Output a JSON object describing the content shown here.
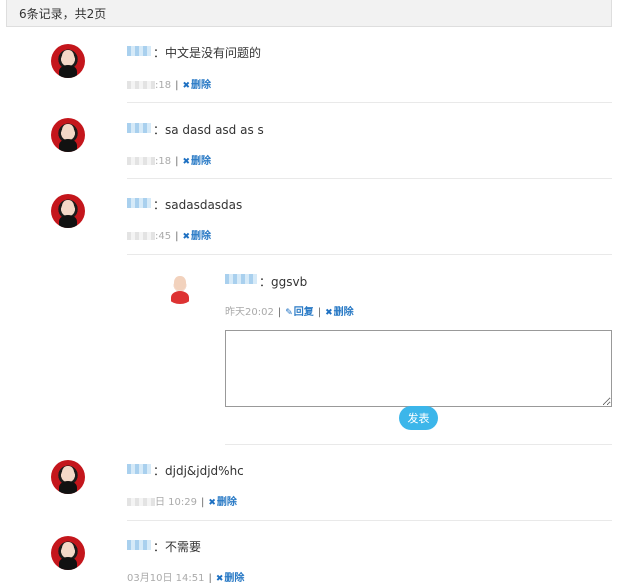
{
  "header": {
    "summary": "6条记录，共2页"
  },
  "comments": [
    {
      "text": "：中文是没有问题的",
      "time_suffix": ":18",
      "delete_label": "删除"
    },
    {
      "text": "：sa dasd asd as s",
      "time_suffix": ":18",
      "delete_label": "删除"
    },
    {
      "text": "：sadasdasdas",
      "time_suffix": ":45",
      "delete_label": "删除"
    },
    {
      "text": "：djdj&jdjd%hc",
      "time_suffix": "日 10:29",
      "delete_label": "删除"
    },
    {
      "text": "：不需要",
      "time_suffix": "03月10日 14:51",
      "delete_label": "删除"
    }
  ],
  "reply": {
    "text": "：ggsvb",
    "time": "昨天20:02",
    "reply_label": "回复",
    "delete_label": "删除",
    "submit_label": "发表"
  }
}
